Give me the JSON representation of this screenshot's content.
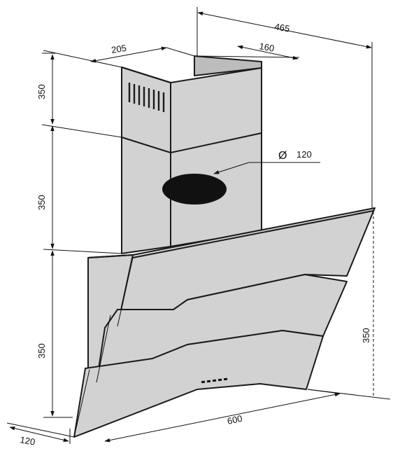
{
  "dimensions": {
    "top_width": "465",
    "chimney_depth": "205",
    "chimney_width": "160",
    "upper_chimney_height": "350",
    "lower_chimney_height": "350",
    "hood_height": "350",
    "right_height": "350",
    "wall_depth": "120",
    "hood_width": "600"
  },
  "duct": {
    "symbol": "Ø",
    "diameter": "120"
  },
  "colors": {
    "panel": "#d2d2d2",
    "panel_shade": "#bcbcbc",
    "outline": "#1a1a1a",
    "duct_hole": "#111111"
  },
  "icons": [
    "vent-grille-icon",
    "control-panel-icon"
  ]
}
